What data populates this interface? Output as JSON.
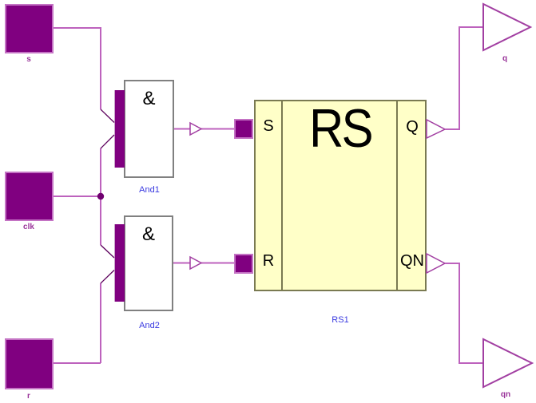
{
  "diagram": {
    "inputs": [
      {
        "id": "s",
        "label": "s"
      },
      {
        "id": "clk",
        "label": "clk"
      },
      {
        "id": "r",
        "label": "r"
      }
    ],
    "gates": [
      {
        "id": "And1",
        "label": "And1",
        "symbol": "&"
      },
      {
        "id": "And2",
        "label": "And2",
        "symbol": "&"
      }
    ],
    "flipflop": {
      "label": "RS1",
      "symbol": "RS",
      "ports": {
        "s": "S",
        "r": "R",
        "q": "Q",
        "qn": "QN"
      }
    },
    "outputs": [
      {
        "id": "q",
        "label": "q"
      },
      {
        "id": "qn",
        "label": "qn"
      }
    ],
    "colors": {
      "connector_fill": "#800080",
      "connector_border": "#c473c4",
      "wire": "#bd62bd",
      "wire_dark_diagonal": "#5c005c",
      "junction_dot": "#700070",
      "triangle_stroke": "#a23fa2",
      "gate_border": "#808080",
      "gate_fill": "#ffffff",
      "flipflop_fill": "#ffffc8",
      "flipflop_border": "#7a7a52",
      "component_label_text": "#993399",
      "instance_label_text": "#3939e0",
      "symbol_text": "#000000",
      "background": "#ffffff"
    }
  }
}
